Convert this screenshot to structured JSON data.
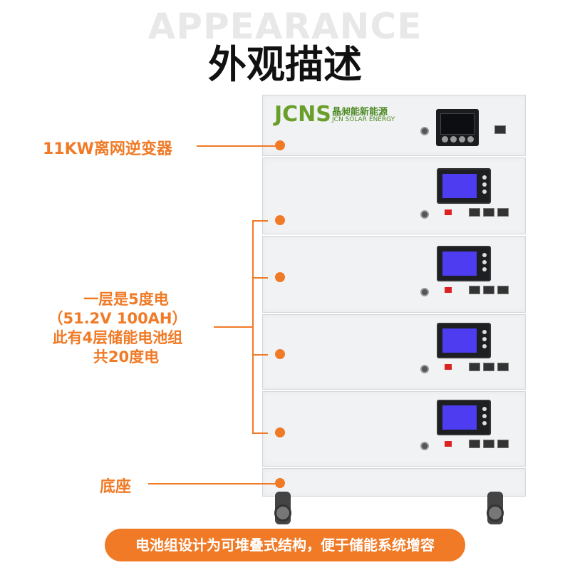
{
  "header": {
    "bg_word": "APPEARANCE",
    "title": "外观描述"
  },
  "brand": {
    "logo_letters": "JCNS",
    "name_cn": "晶昶能新能源",
    "name_en": "JCN SOLAR ENERGY"
  },
  "callouts": {
    "inverter": "11KW离网逆变器",
    "battery_line1": "一层是5度电",
    "battery_line2": "（51.2V 100AH）",
    "battery_line3": "此有4层储能电池组",
    "battery_line4": "共20度电",
    "base": "底座"
  },
  "banner": {
    "text": "电池组设计为可堆叠式结构，便于储能系统增容"
  },
  "colors": {
    "accent": "#f07a26",
    "cabinet": "#f1f2f4",
    "lcd_screen": "#4d3cf0",
    "logo_green": "#6a9e2a"
  }
}
